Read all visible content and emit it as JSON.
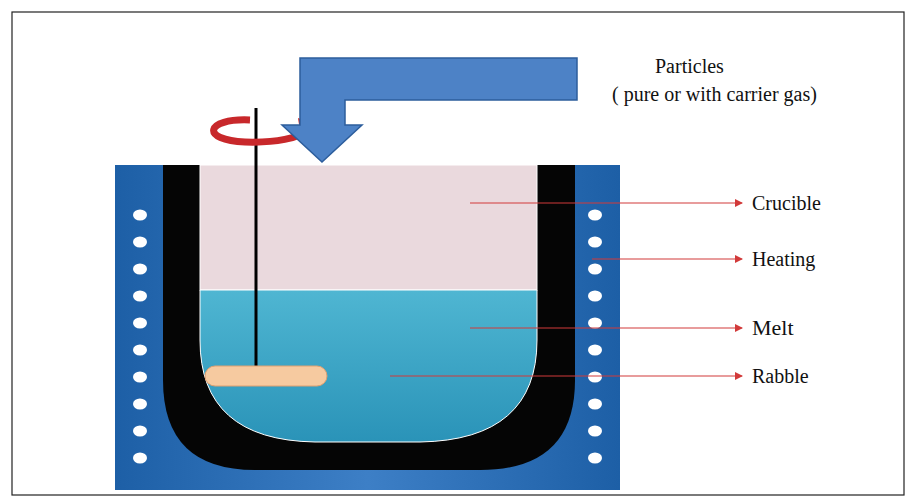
{
  "diagram": {
    "labels": [
      "Particles",
      "( pure or with carrier gas)",
      "Crucible",
      "Heating",
      "Melt",
      "Rabble"
    ]
  }
}
